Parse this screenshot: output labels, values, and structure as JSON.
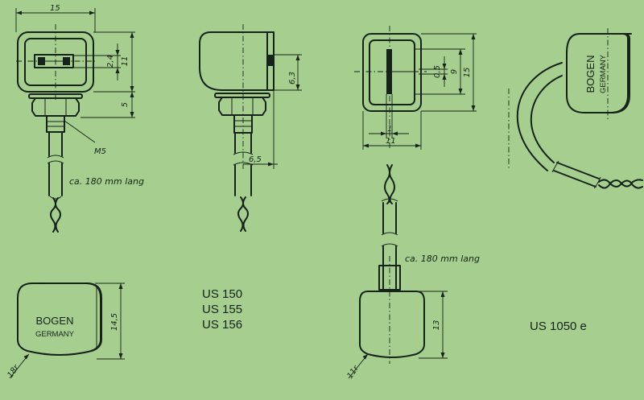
{
  "dimensions": {
    "width_15": "15",
    "height_2_4": "2,4",
    "height_11": "11",
    "height_5": "5",
    "thread": "M5",
    "height_6_3": "6,3",
    "offset_6_5": "6,5",
    "height_0_5": "0,5",
    "height_9": "9",
    "height_15": "15",
    "width_1": "1",
    "width_11": "11",
    "height_14_5": "14,5",
    "radius_18": "18r",
    "height_13": "13",
    "radius_11": "11r"
  },
  "notes": {
    "cable_length_1": "ca. 180 mm lang",
    "cable_length_2": "ca. 180 mm lang"
  },
  "brand": {
    "name": "BOGEN",
    "country": "GERMANY"
  },
  "models": {
    "us150": "US 150",
    "us155": "US 155",
    "us156": "US 156",
    "us1050e": "US 1050 e"
  }
}
